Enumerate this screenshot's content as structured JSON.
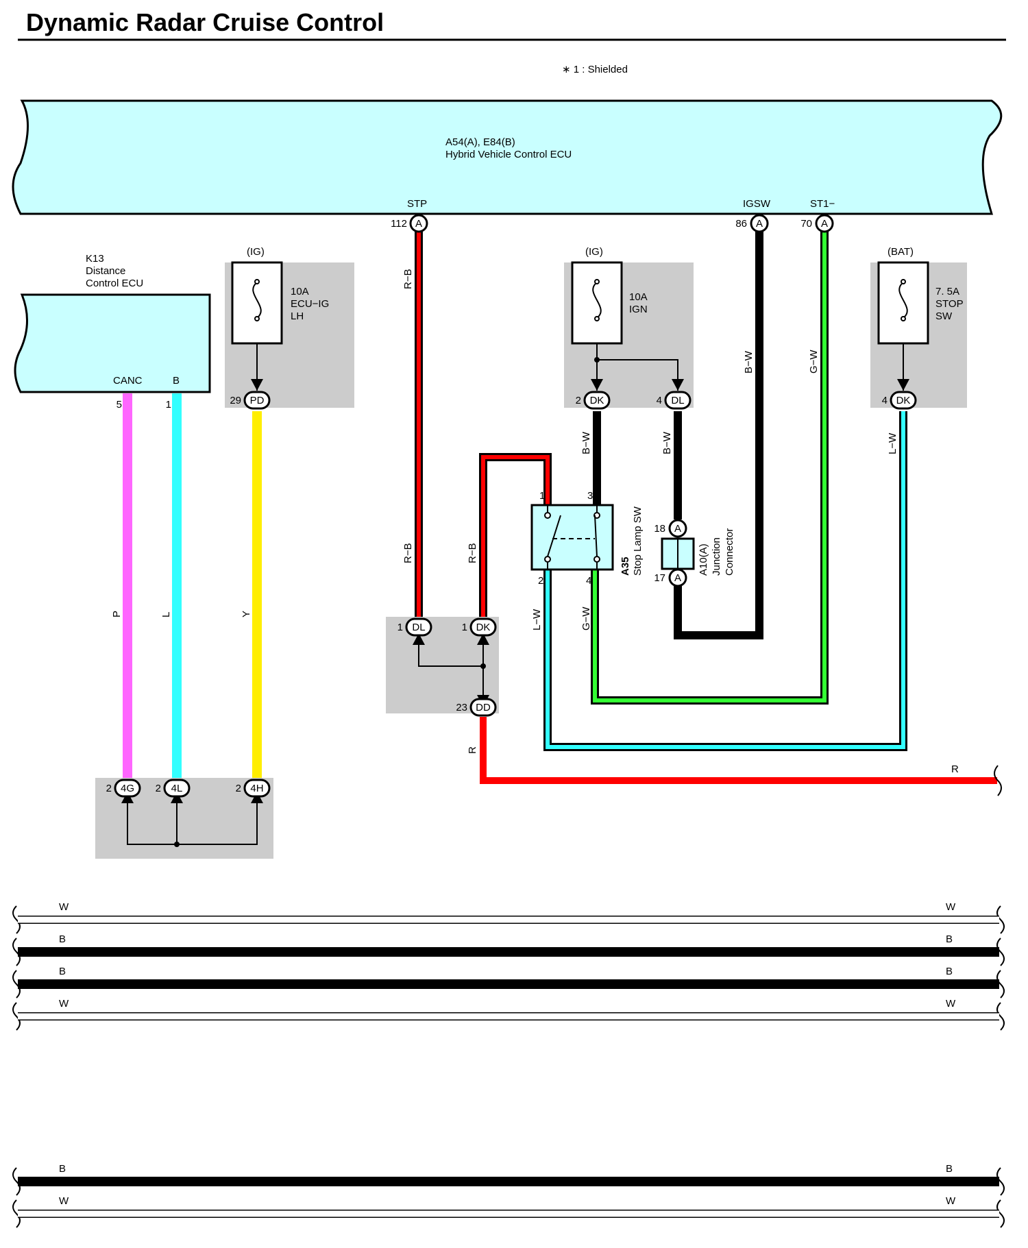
{
  "title": "Dynamic Radar Cruise Control",
  "note": "∗ 1 : Shielded",
  "colors": {
    "ecu_fill": "#c9ffff",
    "zone_fill": "#cccccc",
    "R": "#ff0000",
    "B": "#000000",
    "G": "#33ff33",
    "L": "#33ffff",
    "P": "#ff66ff",
    "Y": "#ffee00",
    "W": "#ffffff"
  },
  "hv_ecu": {
    "code": "A54(A), E84(B)",
    "name": "Hybrid Vehicle Control ECU",
    "terminals": [
      {
        "name": "STP",
        "pin": "112",
        "conn": "A"
      },
      {
        "name": "IGSW",
        "pin": "86",
        "conn": "A"
      },
      {
        "name": "ST1−",
        "pin": "70",
        "conn": "A"
      }
    ]
  },
  "distance_ecu": {
    "code": "K13",
    "name_line1": "Distance",
    "name_line2": "Control ECU",
    "terminals": [
      {
        "name": "CANC",
        "pin": "5"
      },
      {
        "name": "B",
        "pin": "1"
      }
    ]
  },
  "fuses": [
    {
      "supply": "(IG)",
      "amps": "10A",
      "name_line1": "ECU−IG",
      "name_line2": "LH",
      "pin": "29",
      "conn": "PD"
    },
    {
      "supply": "(IG)",
      "amps": "10A",
      "name_line1": "IGN",
      "name_line2": "",
      "pins": [
        {
          "pin": "2",
          "conn": "DK"
        },
        {
          "pin": "4",
          "conn": "DL"
        }
      ]
    },
    {
      "supply": "(BAT)",
      "amps": "7. 5A",
      "name_line1": "STOP",
      "name_line2": "SW",
      "pin": "4",
      "conn": "DK"
    }
  ],
  "stop_lamp_sw": {
    "code": "A35",
    "name": "Stop Lamp SW",
    "pins": [
      "1",
      "3",
      "2",
      "4"
    ]
  },
  "junction": {
    "code": "A10(A)",
    "name_line1": "Junction",
    "name_line2": "Connector",
    "pins": [
      {
        "pin": "18",
        "conn": "A"
      },
      {
        "pin": "17",
        "conn": "A"
      }
    ]
  },
  "connectors": [
    {
      "pin": "1",
      "conn": "DL"
    },
    {
      "pin": "1",
      "conn": "DK"
    },
    {
      "pin": "23",
      "conn": "DD"
    },
    {
      "pin": "2",
      "conn": "4G"
    },
    {
      "pin": "2",
      "conn": "4L"
    },
    {
      "pin": "2",
      "conn": "4H"
    }
  ],
  "wires": {
    "stp": "R−B",
    "igsw": "B−W",
    "st1": "G−W",
    "dk_out": "B−W",
    "dl_out": "B−W",
    "bat_out": "L−W",
    "sw1_in": "R−B",
    "sw2_out": "L−W",
    "sw4_out": "G−W",
    "dd_out": "R",
    "dd_right": "R",
    "canc": "P",
    "b_term": "L",
    "pd_out": "Y"
  },
  "bus_wires": [
    "W",
    "B",
    "B",
    "W"
  ],
  "bottom_wires": [
    "B",
    "W"
  ]
}
